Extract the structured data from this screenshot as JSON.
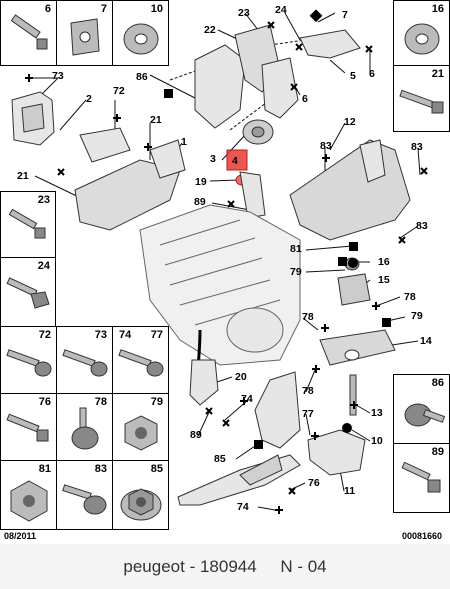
{
  "cells": [
    {
      "id": "c6",
      "label": "6"
    },
    {
      "id": "c7",
      "label": "7"
    },
    {
      "id": "c10",
      "label": "10"
    },
    {
      "id": "c16",
      "label": "16"
    },
    {
      "id": "c21",
      "label": "21"
    },
    {
      "id": "c23",
      "label": "23"
    },
    {
      "id": "c24",
      "label": "24"
    },
    {
      "id": "c72",
      "label": "72"
    },
    {
      "id": "c73",
      "label": "73"
    },
    {
      "id": "c74",
      "label": "74"
    },
    {
      "id": "c77",
      "label": "77"
    },
    {
      "id": "c76",
      "label": "76"
    },
    {
      "id": "c78",
      "label": "78"
    },
    {
      "id": "c79",
      "label": "79"
    },
    {
      "id": "c81",
      "label": "81"
    },
    {
      "id": "c83",
      "label": "83"
    },
    {
      "id": "c85",
      "label": "85"
    },
    {
      "id": "c86",
      "label": "86"
    },
    {
      "id": "c89",
      "label": "89"
    }
  ],
  "callouts": {
    "n73": "73",
    "n2": "2",
    "n72": "72",
    "n21a": "21",
    "n1": "1",
    "n21b": "21",
    "n86": "86",
    "n22": "22",
    "n23": "23",
    "n24": "24",
    "n7": "7",
    "n5": "5",
    "n6a": "6",
    "n6b": "6",
    "n12": "12",
    "n3": "3",
    "n4": "4",
    "n19": "19",
    "n83a": "83",
    "n83b": "83",
    "n83c": "83",
    "n89a": "89",
    "n81": "81",
    "n16": "16",
    "n79a": "79",
    "n15": "15",
    "n78a": "78",
    "n79b": "79",
    "n78b": "78",
    "n14": "14",
    "n20": "20",
    "n74a": "74",
    "n89b": "89",
    "n78c": "78",
    "n13": "13",
    "n77": "77",
    "n10": "10",
    "n85": "85",
    "n76": "76",
    "n11": "11",
    "n74b": "74"
  },
  "footer": {
    "date": "08/2011",
    "code": "00081660"
  },
  "caption": {
    "brand": "peugeot",
    "part_number": "180944",
    "ref": "N - 04"
  }
}
